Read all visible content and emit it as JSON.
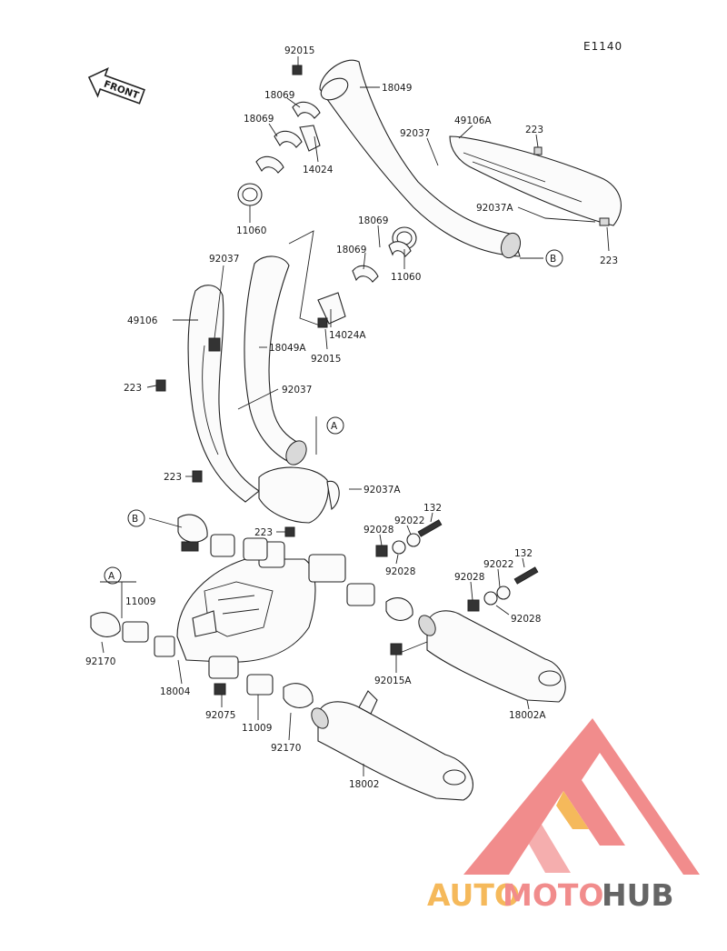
{
  "diagram": {
    "code": "E1140",
    "front_label": "FRONT",
    "markers": [
      "A",
      "B"
    ],
    "parts": [
      {
        "id": "p-92015",
        "label": "92015"
      },
      {
        "id": "p-18049",
        "label": "18049"
      },
      {
        "id": "p-18069-a",
        "label": "18069"
      },
      {
        "id": "p-18069-b",
        "label": "18069"
      },
      {
        "id": "p-14024",
        "label": "14024"
      },
      {
        "id": "p-11060-a",
        "label": "11060"
      },
      {
        "id": "p-92037-a",
        "label": "92037"
      },
      {
        "id": "p-49106A",
        "label": "49106A"
      },
      {
        "id": "p-223-a",
        "label": "223"
      },
      {
        "id": "p-92037A-a",
        "label": "92037A"
      },
      {
        "id": "p-223-b",
        "label": "223"
      },
      {
        "id": "p-18069-c",
        "label": "18069"
      },
      {
        "id": "p-18069-d",
        "label": "18069"
      },
      {
        "id": "p-11060-b",
        "label": "11060"
      },
      {
        "id": "p-14024A",
        "label": "14024A"
      },
      {
        "id": "p-92015-b",
        "label": "92015"
      },
      {
        "id": "p-92037-b",
        "label": "92037"
      },
      {
        "id": "p-49106",
        "label": "49106"
      },
      {
        "id": "p-18049A",
        "label": "18049A"
      },
      {
        "id": "p-223-c",
        "label": "223"
      },
      {
        "id": "p-92037-c",
        "label": "92037"
      },
      {
        "id": "p-223-d",
        "label": "223"
      },
      {
        "id": "p-92037A-b",
        "label": "92037A"
      },
      {
        "id": "p-223-e",
        "label": "223"
      },
      {
        "id": "p-92028-a",
        "label": "92028"
      },
      {
        "id": "p-92022-a",
        "label": "92022"
      },
      {
        "id": "p-132-a",
        "label": "132"
      },
      {
        "id": "p-92028-b",
        "label": "92028"
      },
      {
        "id": "p-92022-b",
        "label": "92022"
      },
      {
        "id": "p-132-b",
        "label": "132"
      },
      {
        "id": "p-92028-c",
        "label": "92028"
      },
      {
        "id": "p-92028-d",
        "label": "92028"
      },
      {
        "id": "p-11009-a",
        "label": "11009"
      },
      {
        "id": "p-92170-a",
        "label": "92170"
      },
      {
        "id": "p-18004",
        "label": "18004"
      },
      {
        "id": "p-92075",
        "label": "92075"
      },
      {
        "id": "p-11009-b",
        "label": "11009"
      },
      {
        "id": "p-92170-b",
        "label": "92170"
      },
      {
        "id": "p-92015A",
        "label": "92015A"
      },
      {
        "id": "p-18002A",
        "label": "18002A"
      },
      {
        "id": "p-18002",
        "label": "18002"
      }
    ]
  },
  "watermark": {
    "word_part1": "AUTO",
    "word_part2": "MOTO",
    "word_part3": "HUB",
    "colors": {
      "orange": "#f4b24a",
      "red": "#f08080",
      "gray": "#555555"
    }
  }
}
